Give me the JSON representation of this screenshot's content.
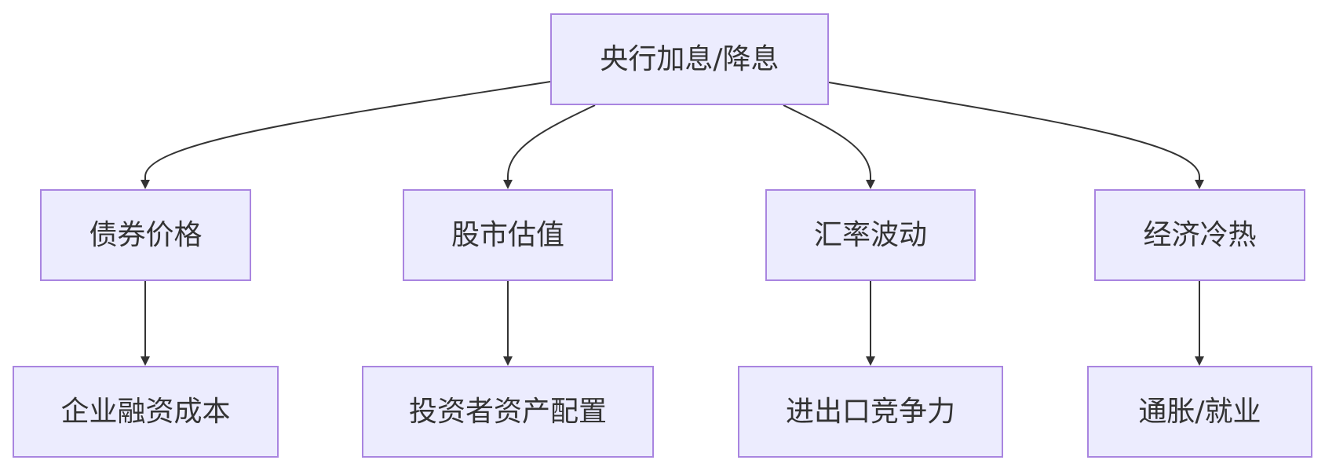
{
  "diagram": {
    "root": {
      "label": "央行加息/降息"
    },
    "level1": [
      {
        "label": "债券价格"
      },
      {
        "label": "股市估值"
      },
      {
        "label": "汇率波动"
      },
      {
        "label": "经济冷热"
      }
    ],
    "level2": [
      {
        "label": "企业融资成本"
      },
      {
        "label": "投资者资产配置"
      },
      {
        "label": "进出口竞争力"
      },
      {
        "label": "通胀/就业"
      }
    ]
  },
  "colors": {
    "node_fill": "#ececfe",
    "node_border": "#a985e0",
    "edge": "#333333",
    "text": "#333333"
  }
}
